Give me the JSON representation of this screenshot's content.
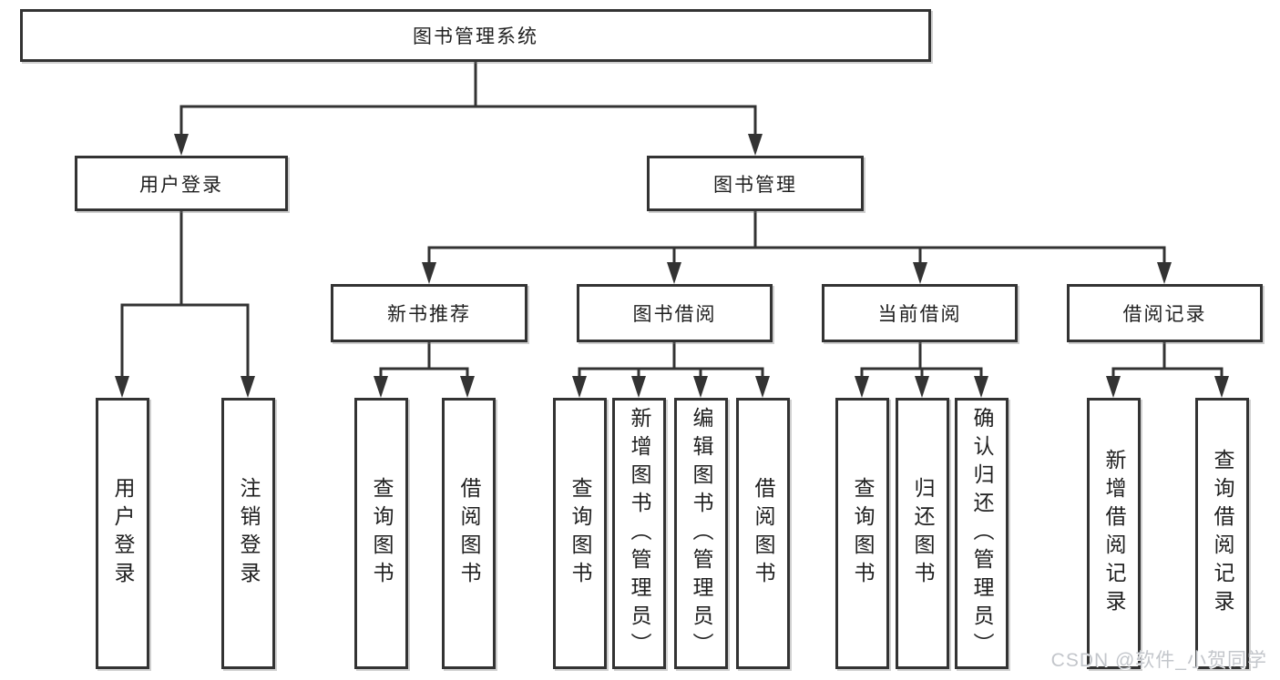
{
  "tree": {
    "label": "图书管理系统",
    "children": [
      {
        "label": "用户登录",
        "children": [
          {
            "label": "用户登录"
          },
          {
            "label": "注销登录"
          }
        ]
      },
      {
        "label": "图书管理",
        "children": [
          {
            "label": "新书推荐",
            "children": [
              {
                "label": "查询图书"
              },
              {
                "label": "借阅图书"
              }
            ]
          },
          {
            "label": "图书借阅",
            "children": [
              {
                "label": "查询图书"
              },
              {
                "label": "新增图书（管理员）"
              },
              {
                "label": "编辑图书（管理员）"
              },
              {
                "label": "借阅图书"
              }
            ]
          },
          {
            "label": "当前借阅",
            "children": [
              {
                "label": "查询图书"
              },
              {
                "label": "归还图书"
              },
              {
                "label": "确认归还（管理员）"
              }
            ]
          },
          {
            "label": "借阅记录",
            "children": [
              {
                "label": "新增借阅记录"
              },
              {
                "label": "查询借阅记录"
              }
            ]
          }
        ]
      }
    ]
  },
  "colors": {
    "line": "#333333",
    "text": "#1f1f1f",
    "background": "#ffffff",
    "watermark": "#c3c6cb"
  },
  "watermark": {
    "text": "CSDN @软件_小贺同学"
  }
}
